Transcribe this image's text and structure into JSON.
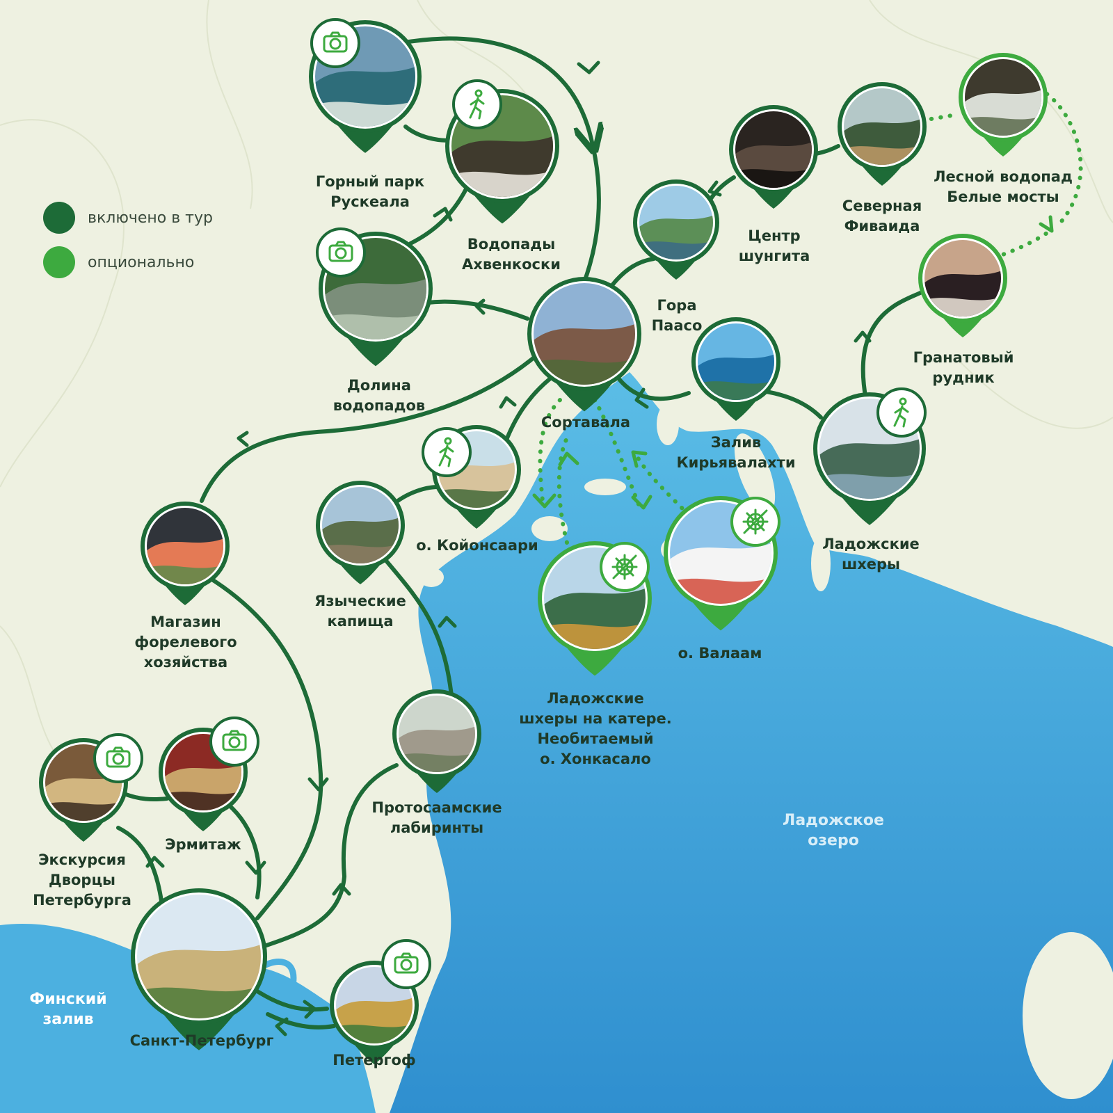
{
  "colors": {
    "background": "#eef1e1",
    "water": "#3da3d8",
    "included": "#1d6b37",
    "optional": "#3daa3f",
    "label": "#1f3a28"
  },
  "legend": {
    "included": "включено в тур",
    "optional": "опционально"
  },
  "water_labels": {
    "finsky": [
      "Финский",
      "залив"
    ],
    "ladoga": [
      "Ладожское",
      "озеро"
    ]
  },
  "places": [
    {
      "id": "ruskeala",
      "lines": [
        "Горный парк",
        "Рускеала"
      ],
      "type": "included",
      "badge": "camera-icon",
      "photo": "marble-canyon"
    },
    {
      "id": "ahvenkoski",
      "lines": [
        "Водопады",
        "Ахвенкоски"
      ],
      "type": "included",
      "badge": "hiking-icon",
      "photo": "waterfall"
    },
    {
      "id": "dolina",
      "lines": [
        "Долина",
        "водопадов"
      ],
      "type": "included",
      "badge": "camera-icon",
      "photo": "forest-river"
    },
    {
      "id": "sortavala",
      "lines": [
        "Сортавала"
      ],
      "type": "included",
      "badge": "",
      "photo": "town"
    },
    {
      "id": "paaso",
      "lines": [
        "Гора",
        "Паасо"
      ],
      "type": "included",
      "badge": "",
      "photo": "mountain-view"
    },
    {
      "id": "shungit",
      "lines": [
        "Центр",
        "шунгита"
      ],
      "type": "included",
      "badge": "",
      "photo": "stones"
    },
    {
      "id": "fivaida",
      "lines": [
        "Северная",
        "Фиваида"
      ],
      "type": "included",
      "badge": "",
      "photo": "chapel"
    },
    {
      "id": "belye",
      "lines": [
        "Лесной водопад",
        "Белые мосты"
      ],
      "type": "optional",
      "badge": "",
      "photo": "forest-waterfall"
    },
    {
      "id": "granat",
      "lines": [
        "Гранатовый",
        "рудник"
      ],
      "type": "optional",
      "badge": "",
      "photo": "garnet"
    },
    {
      "id": "kiryavalahti",
      "lines": [
        "Залив",
        "Кирьявалахти"
      ],
      "type": "included",
      "badge": "",
      "photo": "bay"
    },
    {
      "id": "shhery",
      "lines": [
        "Ладожские",
        "шхеры"
      ],
      "type": "included",
      "badge": "hiking-icon",
      "photo": "skerries"
    },
    {
      "id": "koyonsaari",
      "lines": [
        "о. Койонсаари"
      ],
      "type": "included",
      "badge": "hiking-icon",
      "photo": "beach"
    },
    {
      "id": "kapisha",
      "lines": [
        "Языческие",
        "капища"
      ],
      "type": "included",
      "badge": "",
      "photo": "totem"
    },
    {
      "id": "honkasalo",
      "lines": [
        "Ладожские",
        "шхеры на катере.",
        "Необитаемый",
        "о. Хонкасало"
      ],
      "type": "optional",
      "badge": "ship-wheel-icon",
      "photo": "islands"
    },
    {
      "id": "valaam",
      "lines": [
        "о. Валаам"
      ],
      "type": "optional",
      "badge": "ship-wheel-icon",
      "photo": "monastery"
    },
    {
      "id": "forel",
      "lines": [
        "Магазин",
        "форелевого",
        "хозяйства"
      ],
      "type": "included",
      "badge": "",
      "photo": "salmon"
    },
    {
      "id": "labirinty",
      "lines": [
        "Протосаамские",
        "лабиринты"
      ],
      "type": "included",
      "badge": "",
      "photo": "stone-labyrinth"
    },
    {
      "id": "dvorcy",
      "lines": [
        "Экскурсия",
        "Дворцы",
        "Петербурга"
      ],
      "type": "included",
      "badge": "camera-icon",
      "photo": "palace-hall"
    },
    {
      "id": "ermitazh",
      "lines": [
        "Эрмитаж"
      ],
      "type": "included",
      "badge": "camera-icon",
      "photo": "museum-hall"
    },
    {
      "id": "spb",
      "lines": [
        "Санкт-Петербург"
      ],
      "type": "included",
      "badge": "",
      "photo": "cathedral"
    },
    {
      "id": "petergof",
      "lines": [
        "Петергоф"
      ],
      "type": "included",
      "badge": "camera-icon",
      "photo": "fountains"
    }
  ]
}
